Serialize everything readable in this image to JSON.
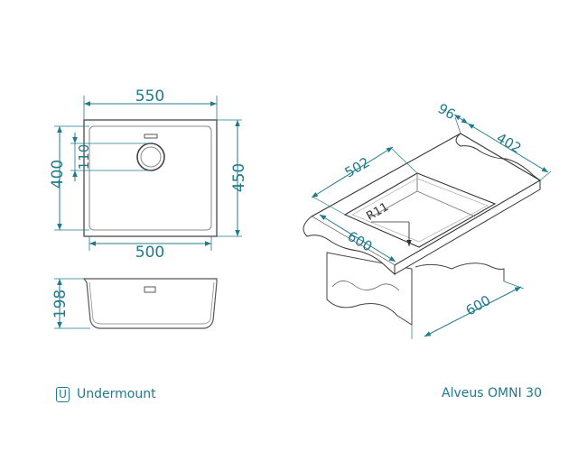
{
  "top_view": {
    "overall_width": "550",
    "bowl_width": "500",
    "overall_depth": "450",
    "bowl_depth": "400",
    "drain_diameter": "110"
  },
  "side_view": {
    "bowl_height": "198"
  },
  "iso_view": {
    "ledge": "96",
    "bowl_length": "502",
    "bowl_width": "402",
    "corner_radius": "R11",
    "counter_front": "600",
    "cabinet_depth": "600"
  },
  "footer": {
    "mount_icon_letter": "U",
    "mount_type": "Undermount",
    "model_name": "Alveus OMNI 30"
  },
  "colors": {
    "dimension": "#1f7a8c",
    "outline": "#333333"
  }
}
